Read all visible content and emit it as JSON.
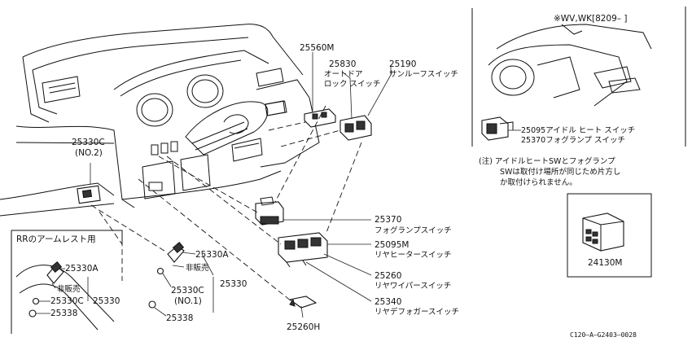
{
  "labels": {
    "p25560m": "25560M",
    "p25830": "25830",
    "p25830_l1": "オートドア",
    "p25830_l2": "ロック スイッチ",
    "p25190": "25190",
    "p25190_l1": "サンルーフスイッチ",
    "p25330c_no2": "25330C",
    "p25330c_no2_b": "(NO.2)",
    "p25370": "25370",
    "p25370_l": "フォグランプスイッチ",
    "p25095m": "25095M",
    "p25095m_l": "リヤヒータースイッチ",
    "p25260": "25260",
    "p25260_l": "リヤワイパースイッチ",
    "p25340": "25340",
    "p25340_l": "リヤデフォガースイッチ",
    "p25260h": "25260H",
    "p25330a": "25330A",
    "hihanbai": "非販売",
    "p25330c_no1": "25330C",
    "p25330c_no1_b": "(NO.1)",
    "p25330": "25330",
    "p25338": "25338",
    "inset_rr_title": "RRのアームレスト用",
    "inset_25330a": "25330A",
    "inset_hihanbai": "非販売",
    "inset_25330c": "25330C",
    "inset_25330": "25330",
    "inset_25338": "25338",
    "variant": "※WV,WK[8209–  ]",
    "p25095_idle": "25095アイドル ヒート スイッチ",
    "p25370_fog": "25370フォグランプ スイッチ",
    "note_1": "(注) アイドルヒートSWとフォグランプ",
    "note_2": "SWは取付け場所が同じため片方し",
    "note_3": "か取付けられません。",
    "p24130m": "24130M",
    "footer_code": "C120–A–G2403–0028"
  }
}
